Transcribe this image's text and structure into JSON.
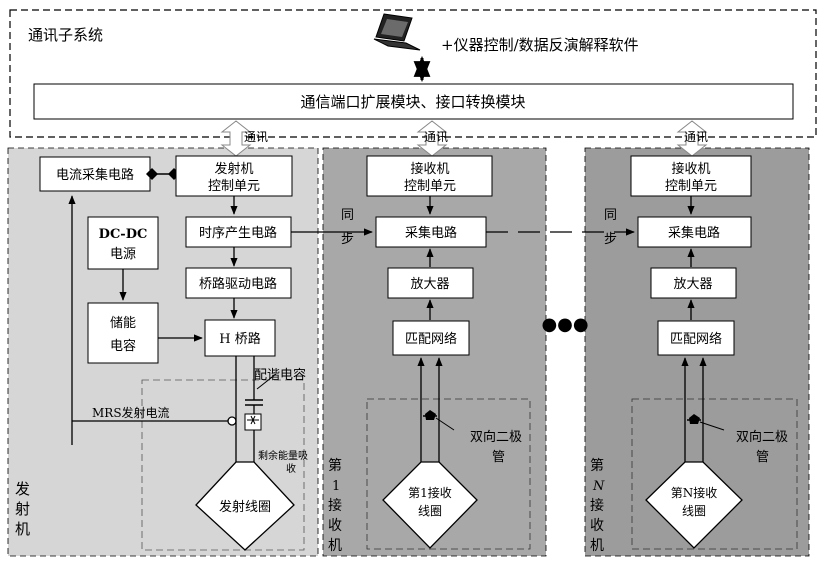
{
  "comm": {
    "subsystem_title": "通讯子系统",
    "software_label": "+仪器控制/数据反演解释软件",
    "port_module": "通信端口扩展模块、接口转换模块",
    "link_label": "通讯"
  },
  "transmitter": {
    "side_label": [
      "发",
      "射",
      "机"
    ],
    "current_circuit": "电流采集电路",
    "control_unit": [
      "发射机",
      "控制单元"
    ],
    "dcdc": [
      "DC-DC",
      "电源"
    ],
    "timing": "时序产生电路",
    "bridge_driver": "桥路驱动电路",
    "storage_cap": [
      "储能",
      "电容"
    ],
    "h_bridge": "H 桥路",
    "tuning_cap": "配谐电容",
    "mrs_current": "MRS发射电流",
    "residual_energy": [
      "剩余能量吸",
      "收"
    ],
    "coil": "发射线圈"
  },
  "receiver1": {
    "side_label": [
      "第",
      "1",
      "接",
      "收",
      "机"
    ],
    "control_unit": [
      "接收机",
      "控制单元"
    ],
    "acquisition": "采集电路",
    "amplifier": "放大器",
    "matching": "匹配网络",
    "diode": [
      "双向二极",
      "管"
    ],
    "coil": [
      "第1接收",
      "线圈"
    ]
  },
  "receiverN": {
    "side_label": [
      "第",
      "N",
      "接",
      "收",
      "机"
    ],
    "control_unit": [
      "接收机",
      "控制单元"
    ],
    "acquisition": "采集电路",
    "amplifier": "放大器",
    "matching": "匹配网络",
    "diode": [
      "双向二极",
      "管"
    ],
    "coil": [
      "第N接收",
      "线圈"
    ]
  },
  "sync_label": [
    "同",
    "步"
  ],
  "ellipsis": "●●●",
  "colors": {
    "transmitter_panel": "#d6d6d6",
    "receiver1_panel": "#a8a8a8",
    "receiverN_panel": "#9c9c9c",
    "box_fill": "#ffffff",
    "line": "#000000"
  }
}
